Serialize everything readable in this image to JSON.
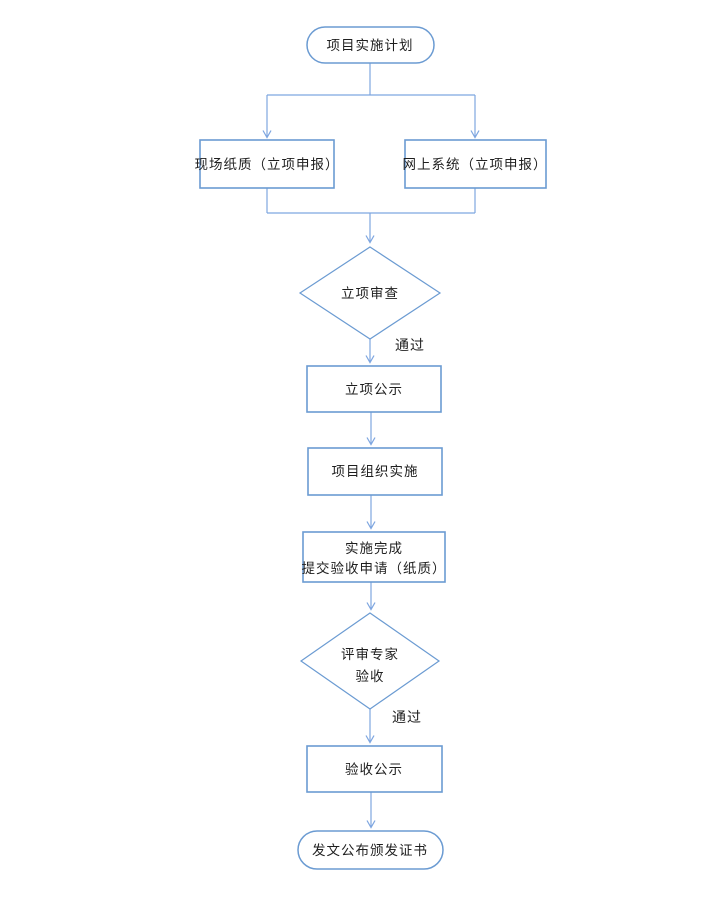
{
  "colors": {
    "line": "#7ea6e0",
    "border": "#6b9bd2",
    "text": "#1f1f1f"
  },
  "flowchart": {
    "nodes": {
      "start": {
        "label": "项目实施计划"
      },
      "paper": {
        "label": "现场纸质（立项申报）"
      },
      "online": {
        "label": "网上系统（立项申报）"
      },
      "review": {
        "label": "立项审查"
      },
      "approval_publicity": {
        "label": "立项公示"
      },
      "implementation": {
        "label": "项目组织实施"
      },
      "completion": {
        "line1": "实施完成",
        "line2": "提交验收申请（纸质）"
      },
      "acceptance_review": {
        "line1": "评审专家",
        "line2": "验收"
      },
      "acceptance_publicity": {
        "label": "验收公示"
      },
      "end": {
        "label": "发文公布颁发证书"
      }
    },
    "edge_labels": {
      "review_pass": "通过",
      "acceptance_pass": "通过"
    }
  }
}
